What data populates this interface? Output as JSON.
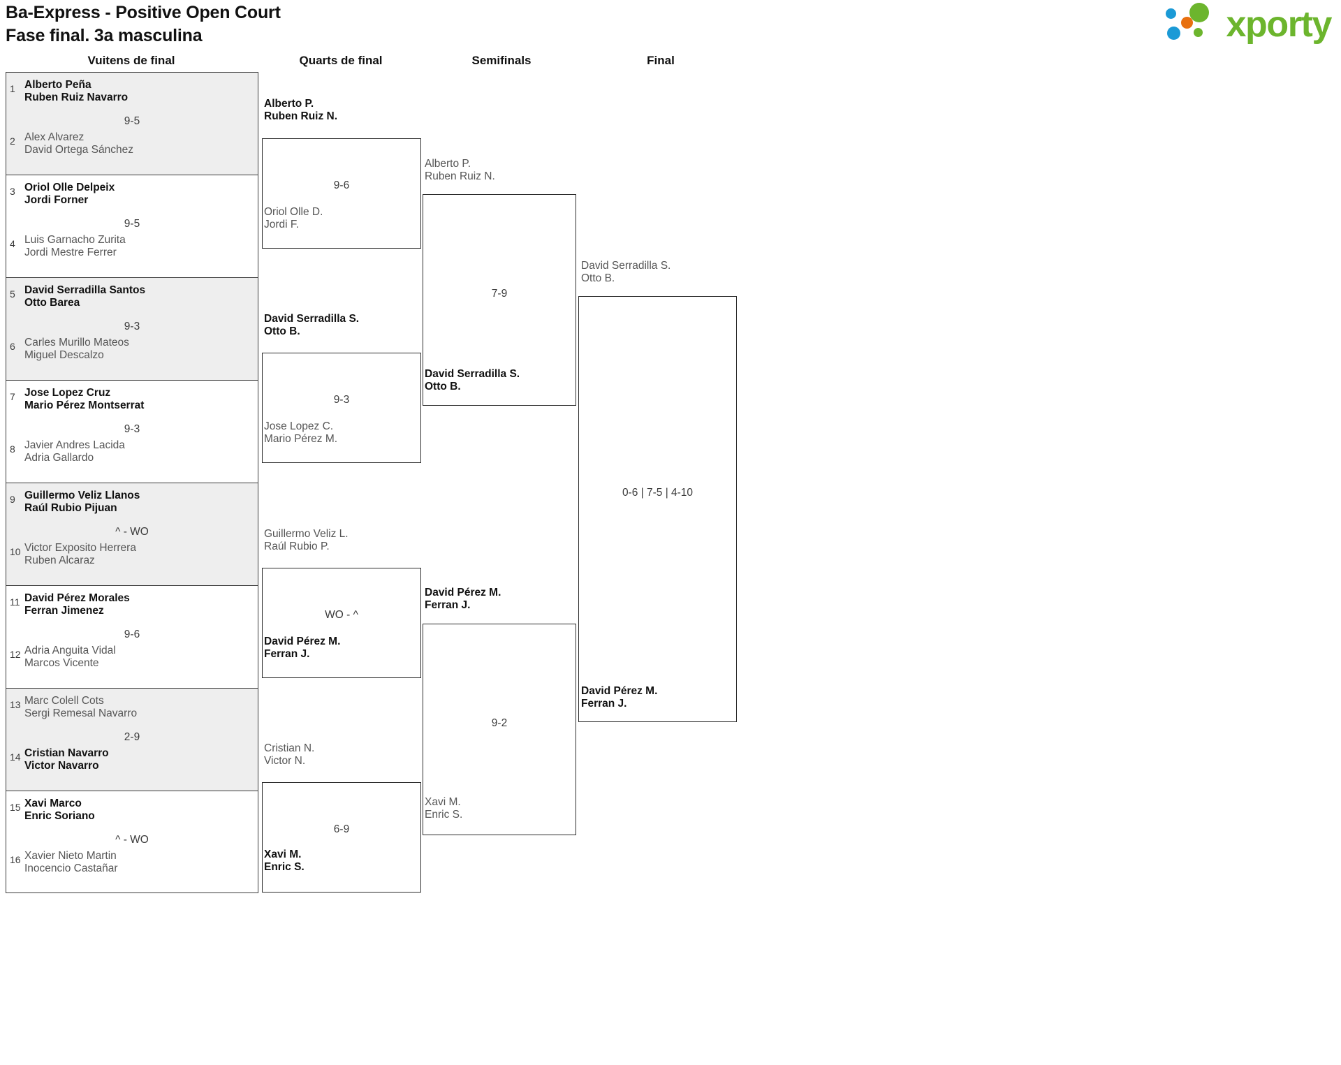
{
  "header": {
    "title_line1": "Ba-Express - Positive Open Court",
    "title_line2": "Fase final. 3a masculina",
    "logo_text": "xporty",
    "logo_colors": {
      "green": "#6cb52d",
      "blue": "#1b9ad6",
      "orange": "#e8700f"
    }
  },
  "rounds": [
    {
      "label": "Vuitens de final"
    },
    {
      "label": "Quarts de final"
    },
    {
      "label": "Semifinals"
    },
    {
      "label": "Final"
    }
  ],
  "round1": {
    "matches": [
      {
        "score": "9-5",
        "top": {
          "seed": "1",
          "p1": "Alberto Peña",
          "p2": "Ruben Ruiz Navarro",
          "state": "win"
        },
        "bottom": {
          "seed": "2",
          "p1": "Alex Alvarez",
          "p2": "David Ortega Sánchez",
          "state": "lose"
        }
      },
      {
        "score": "9-5",
        "top": {
          "seed": "3",
          "p1": "Oriol Olle Delpeix",
          "p2": "Jordi Forner",
          "state": "win"
        },
        "bottom": {
          "seed": "4",
          "p1": "Luis Garnacho Zurita",
          "p2": "Jordi Mestre Ferrer",
          "state": "lose"
        }
      },
      {
        "score": "9-3",
        "top": {
          "seed": "5",
          "p1": "David Serradilla Santos",
          "p2": "Otto Barea",
          "state": "win"
        },
        "bottom": {
          "seed": "6",
          "p1": "Carles Murillo Mateos",
          "p2": "Miguel Descalzo",
          "state": "lose"
        }
      },
      {
        "score": "9-3",
        "top": {
          "seed": "7",
          "p1": "Jose Lopez Cruz",
          "p2": "Mario Pérez Montserrat",
          "state": "win"
        },
        "bottom": {
          "seed": "8",
          "p1": "Javier Andres Lacida",
          "p2": "Adria Gallardo",
          "state": "lose"
        }
      },
      {
        "score": "^ - WO",
        "top": {
          "seed": "9",
          "p1": "Guillermo Veliz Llanos",
          "p2": "Raúl Rubio Pijuan",
          "state": "win"
        },
        "bottom": {
          "seed": "10",
          "p1": "Victor Exposito Herrera",
          "p2": "Ruben Alcaraz",
          "state": "lose"
        }
      },
      {
        "score": "9-6",
        "top": {
          "seed": "11",
          "p1": "David Pérez Morales",
          "p2": "Ferran Jimenez",
          "state": "win"
        },
        "bottom": {
          "seed": "12",
          "p1": "Adria Anguita Vidal",
          "p2": "Marcos Vicente",
          "state": "lose"
        }
      },
      {
        "score": "2-9",
        "top": {
          "seed": "13",
          "p1": "Marc Colell Cots",
          "p2": "Sergi Remesal Navarro",
          "state": "lose"
        },
        "bottom": {
          "seed": "14",
          "p1": "Cristian Navarro",
          "p2": "Victor Navarro",
          "state": "win"
        }
      },
      {
        "score": "^ - WO",
        "top": {
          "seed": "15",
          "p1": "Xavi Marco",
          "p2": "Enric Soriano",
          "state": "win"
        },
        "bottom": {
          "seed": "16",
          "p1": "Xavier Nieto Martin",
          "p2": "Inocencio Castañar",
          "state": "lose"
        }
      }
    ]
  },
  "round2": {
    "matches": [
      {
        "score": "9-6",
        "top": {
          "p1": "Alberto P.",
          "p2": "Ruben Ruiz N.",
          "state": "win"
        },
        "bottom": {
          "p1": "Oriol Olle D.",
          "p2": "Jordi F.",
          "state": "lose"
        }
      },
      {
        "score": "9-3",
        "top": {
          "p1": "David Serradilla S.",
          "p2": "Otto B.",
          "state": "win"
        },
        "bottom": {
          "p1": "Jose Lopez C.",
          "p2": "Mario Pérez M.",
          "state": "lose"
        }
      },
      {
        "score": "WO - ^",
        "top": {
          "p1": "Guillermo Veliz L.",
          "p2": "Raúl Rubio P.",
          "state": "lose"
        },
        "bottom": {
          "p1": "David Pérez M.",
          "p2": "Ferran J.",
          "state": "win"
        }
      },
      {
        "score": "6-9",
        "top": {
          "p1": "Cristian N.",
          "p2": "Victor N.",
          "state": "lose"
        },
        "bottom": {
          "p1": "Xavi M.",
          "p2": "Enric S.",
          "state": "win"
        }
      }
    ]
  },
  "round3": {
    "matches": [
      {
        "score": "7-9",
        "top": {
          "p1": "Alberto P.",
          "p2": "Ruben Ruiz N.",
          "state": "lose"
        },
        "bottom": {
          "p1": "David Serradilla S.",
          "p2": "Otto B.",
          "state": "win"
        }
      },
      {
        "score": "9-2",
        "top": {
          "p1": "David Pérez M.",
          "p2": "Ferran J.",
          "state": "win"
        },
        "bottom": {
          "p1": "Xavi M.",
          "p2": "Enric S.",
          "state": "lose"
        }
      }
    ]
  },
  "round4": {
    "matches": [
      {
        "score": "0-6 | 7-5 | 4-10",
        "top": {
          "p1": "David Serradilla S.",
          "p2": "Otto B.",
          "state": "lose"
        },
        "bottom": {
          "p1": "David Pérez M.",
          "p2": "Ferran J.",
          "state": "win"
        }
      }
    ]
  }
}
